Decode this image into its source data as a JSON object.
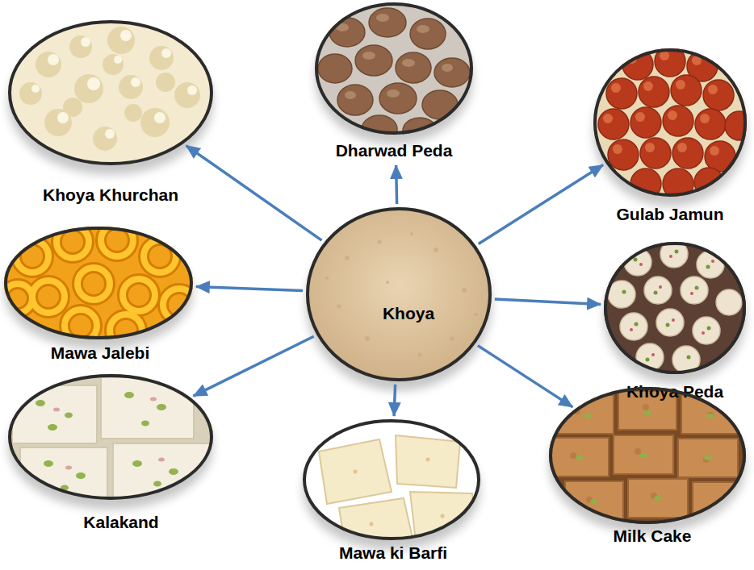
{
  "diagram": {
    "nodes": [
      {
        "text": [
          "Dharwad Peda"
        ]
      },
      {
        "text": [
          "Khoya Khurchan"
        ]
      },
      {
        "text": [
          "Gulab Jamun"
        ]
      },
      {
        "text": [
          "Mawa Jalebi"
        ]
      },
      {
        "text": [
          "Khoya"
        ]
      },
      {
        "text": [
          "Khoya Peda"
        ]
      },
      {
        "text": [
          "Kalakand"
        ]
      },
      {
        "text": [
          "Milk Cake"
        ]
      },
      {
        "text": [
          "Mawa ki Barfi"
        ]
      }
    ],
    "edges": [
      {
        "from": 4,
        "to": 0,
        "arrow": "to"
      },
      {
        "from": 4,
        "to": 1,
        "arrow": "to"
      },
      {
        "from": 4,
        "to": 2,
        "arrow": "to"
      },
      {
        "from": 4,
        "to": 3,
        "arrow": "to"
      },
      {
        "from": 4,
        "to": 5,
        "arrow": "to"
      },
      {
        "from": 4,
        "to": 6,
        "arrow": "to"
      },
      {
        "from": 4,
        "to": 7,
        "arrow": "to"
      },
      {
        "from": 4,
        "to": 8,
        "arrow": "to"
      }
    ]
  }
}
